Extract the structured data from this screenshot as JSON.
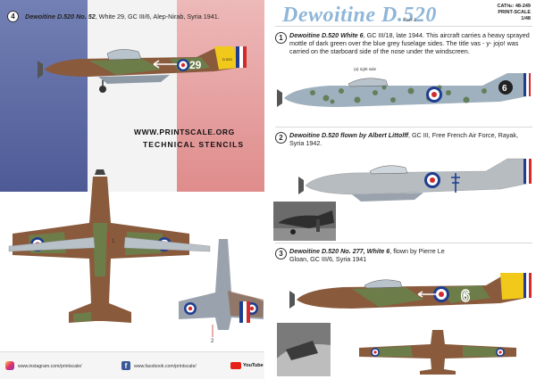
{
  "left_sheet": {
    "item4": {
      "number": "4",
      "caption_bold": "Dewoitine D.520 No. 52",
      "caption_rest": ", White 29, GC III/6, Alep-Nirab, Syria 1941."
    },
    "website": "WWW.PRINTSCALE.ORG",
    "stencils": "TECHNICAL STENCILS",
    "callouts": {
      "c1": "1",
      "c2": "2"
    },
    "social": {
      "instagram": "www.instagram.com/printscale/",
      "facebook": "www.facebook.com/printscale/",
      "youtube": "YouTube"
    }
  },
  "right_sheet": {
    "title": "Dewoitine D.520",
    "part": "Part-1",
    "catalog": {
      "line1": "CAT№: 48-249",
      "line2": "PRINT-SCALE",
      "line3": "1/48"
    },
    "items": [
      {
        "number": "1",
        "caption_bold": "Dewoitine D.520 White 6",
        "caption_rest": ", GC III/18, late 1944. This aircraft carries a heavy sprayed mottle of dark green over the blue grey fuselage sides. The title vas - y- jojo! was carried on the starboard side of the nose under the windscreen.",
        "side_note": "(a) right side"
      },
      {
        "number": "2",
        "caption_bold": "Dewoitine D.520 flown by Albert Littolff",
        "caption_rest": ", GC III, Free French Air Force, Rayak, Syria 1942."
      },
      {
        "number": "3",
        "caption_bold": "Dewoitine D.520 No. 277, White 6",
        "caption_rest": ", flown by Pierre Le Gloan, GC III/6, Syria 1941"
      }
    ]
  },
  "colors": {
    "roundel_blue": "#1f3d8f",
    "roundel_red": "#d32a2a",
    "camo_brown": "#8a5a3c",
    "camo_green": "#6d7d4a",
    "camo_grey": "#9aa3ad",
    "yellow_tail": "#f0c91a",
    "title_blue": "#8fb6d8"
  }
}
